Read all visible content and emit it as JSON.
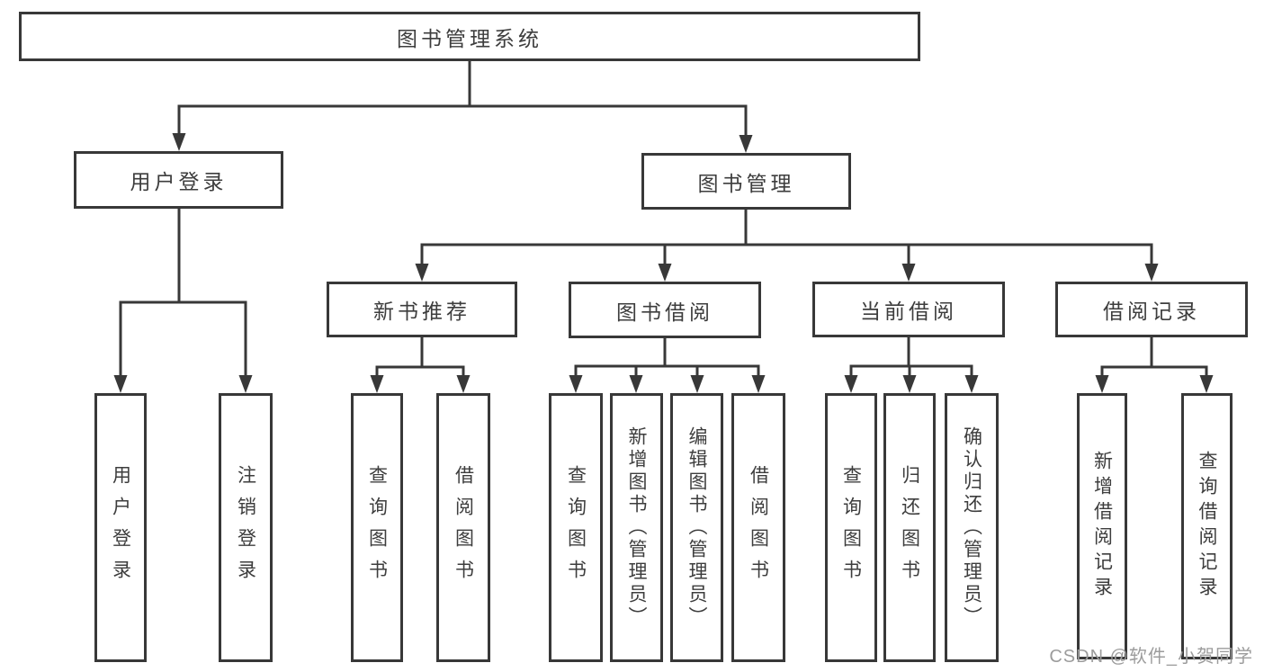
{
  "tree": {
    "root": "图书管理系统",
    "children": [
      {
        "label": "用户登录",
        "children": [
          {
            "label": "用户登录"
          },
          {
            "label": "注销登录"
          }
        ]
      },
      {
        "label": "图书管理",
        "children": [
          {
            "label": "新书推荐",
            "children": [
              {
                "label": "查询图书"
              },
              {
                "label": "借阅图书"
              }
            ]
          },
          {
            "label": "图书借阅",
            "children": [
              {
                "label": "查询图书"
              },
              {
                "label": "新增图书（管理员）"
              },
              {
                "label": "编辑图书（管理员）"
              },
              {
                "label": "借阅图书"
              }
            ]
          },
          {
            "label": "当前借阅",
            "children": [
              {
                "label": "查询图书"
              },
              {
                "label": "归还图书"
              },
              {
                "label": "确认归还（管理员）"
              }
            ]
          },
          {
            "label": "借阅记录",
            "children": [
              {
                "label": "新增借阅记录"
              },
              {
                "label": "查询借阅记录"
              }
            ]
          }
        ]
      }
    ]
  },
  "watermark": {
    "text": "CSDN @软件_小贺同学"
  },
  "colors": {
    "line": "#383838",
    "text": "#3d3d3d",
    "watermark": "#9c9c9c",
    "background": "#ffffff"
  }
}
